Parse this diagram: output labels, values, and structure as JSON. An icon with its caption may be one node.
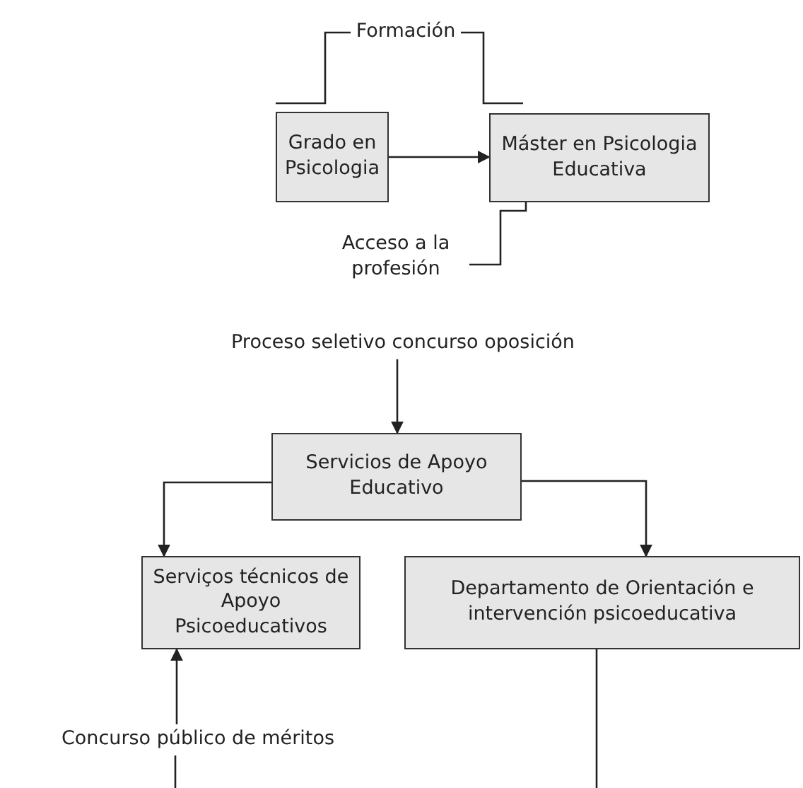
{
  "diagram": {
    "nodes": [
      {
        "text": [
          "Formación"
        ]
      },
      {
        "text": [
          "Grado en Psicologia"
        ]
      },
      {
        "text": [
          "Máster en Psicologia Educativa"
        ]
      },
      {
        "text": [
          "Acceso a la profesión"
        ]
      },
      {
        "text": [
          "Proceso seletivo concurso oposición"
        ]
      },
      {
        "text": [
          "Servicios de Apoyo Educativo"
        ]
      },
      {
        "text": [
          "Serviços técnicos de Apoyo Psicoeducativos"
        ]
      },
      {
        "text": [
          "Departamento de Orientación e intervención psicoeducativa"
        ]
      },
      {
        "text": [
          "Concurso público de méritos"
        ]
      }
    ],
    "edges": [
      {
        "from": 0,
        "to": 1,
        "arrow": "none"
      },
      {
        "from": 0,
        "to": 2,
        "arrow": "none"
      },
      {
        "from": 1,
        "to": 2,
        "arrow": "to"
      },
      {
        "from": 2,
        "to": 3,
        "arrow": "none"
      },
      {
        "from": 4,
        "to": 5,
        "arrow": "to"
      },
      {
        "from": 5,
        "to": 6,
        "arrow": "to"
      },
      {
        "from": 5,
        "to": 7,
        "arrow": "to"
      },
      {
        "from": 8,
        "to": 6,
        "arrow": "to"
      },
      {
        "from": 8,
        "to": null,
        "arrow": "none"
      },
      {
        "from": 7,
        "to": null,
        "arrow": "none"
      }
    ]
  }
}
